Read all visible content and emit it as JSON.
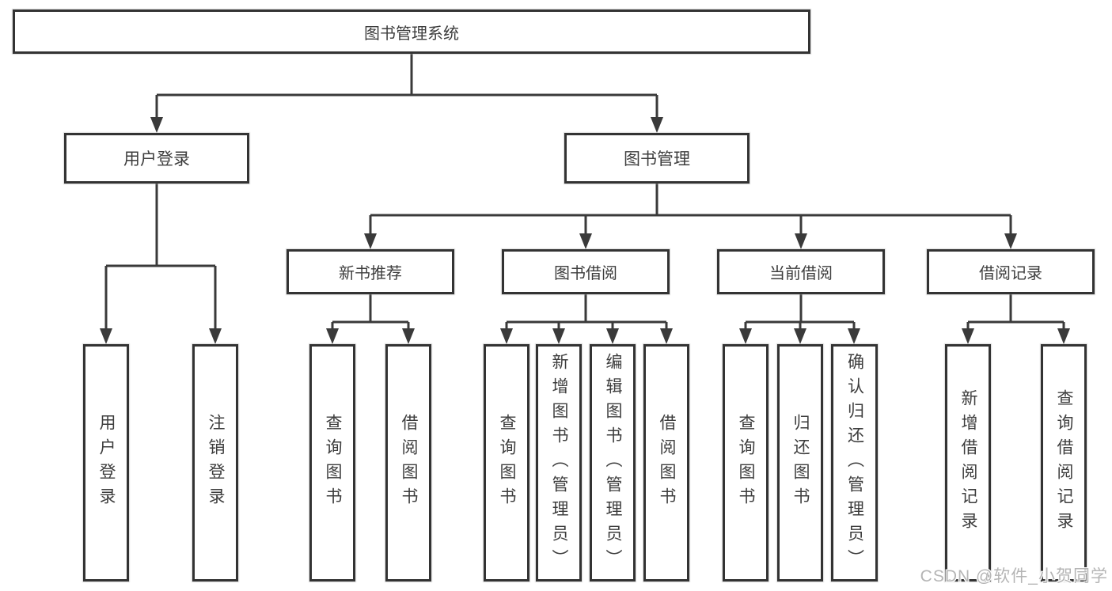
{
  "diagram": {
    "type": "hierarchy-tree",
    "root": {
      "label": "图书管理系统"
    },
    "level2": [
      {
        "label": "用户登录"
      },
      {
        "label": "图书管理"
      }
    ],
    "level3": [
      {
        "label": "新书推荐",
        "parent": "图书管理"
      },
      {
        "label": "图书借阅",
        "parent": "图书管理"
      },
      {
        "label": "当前借阅",
        "parent": "图书管理"
      },
      {
        "label": "借阅记录",
        "parent": "图书管理"
      }
    ],
    "leaves": [
      {
        "label": "用户登录",
        "parent": "用户登录"
      },
      {
        "label": "注销登录",
        "parent": "用户登录"
      },
      {
        "label": "查询图书",
        "parent": "新书推荐"
      },
      {
        "label": "借阅图书",
        "parent": "新书推荐"
      },
      {
        "label": "查询图书",
        "parent": "图书借阅"
      },
      {
        "label": "新增图书（管理员）",
        "parent": "图书借阅"
      },
      {
        "label": "编辑图书（管理员）",
        "parent": "图书借阅"
      },
      {
        "label": "借阅图书",
        "parent": "图书借阅"
      },
      {
        "label": "查询图书",
        "parent": "当前借阅"
      },
      {
        "label": "归还图书",
        "parent": "当前借阅"
      },
      {
        "label": "确认归还（管理员）",
        "parent": "当前借阅"
      },
      {
        "label": "新增借阅记录",
        "parent": "借阅记录"
      },
      {
        "label": "查询借阅记录",
        "parent": "借阅记录"
      }
    ],
    "colors": {
      "line": "#3a3a3a",
      "box_border": "#333333",
      "text": "#3d3d3d",
      "background": "#ffffff",
      "watermark": "#b5b5b5"
    }
  },
  "watermark": {
    "text": "CSDN @软件_小贺同学"
  }
}
